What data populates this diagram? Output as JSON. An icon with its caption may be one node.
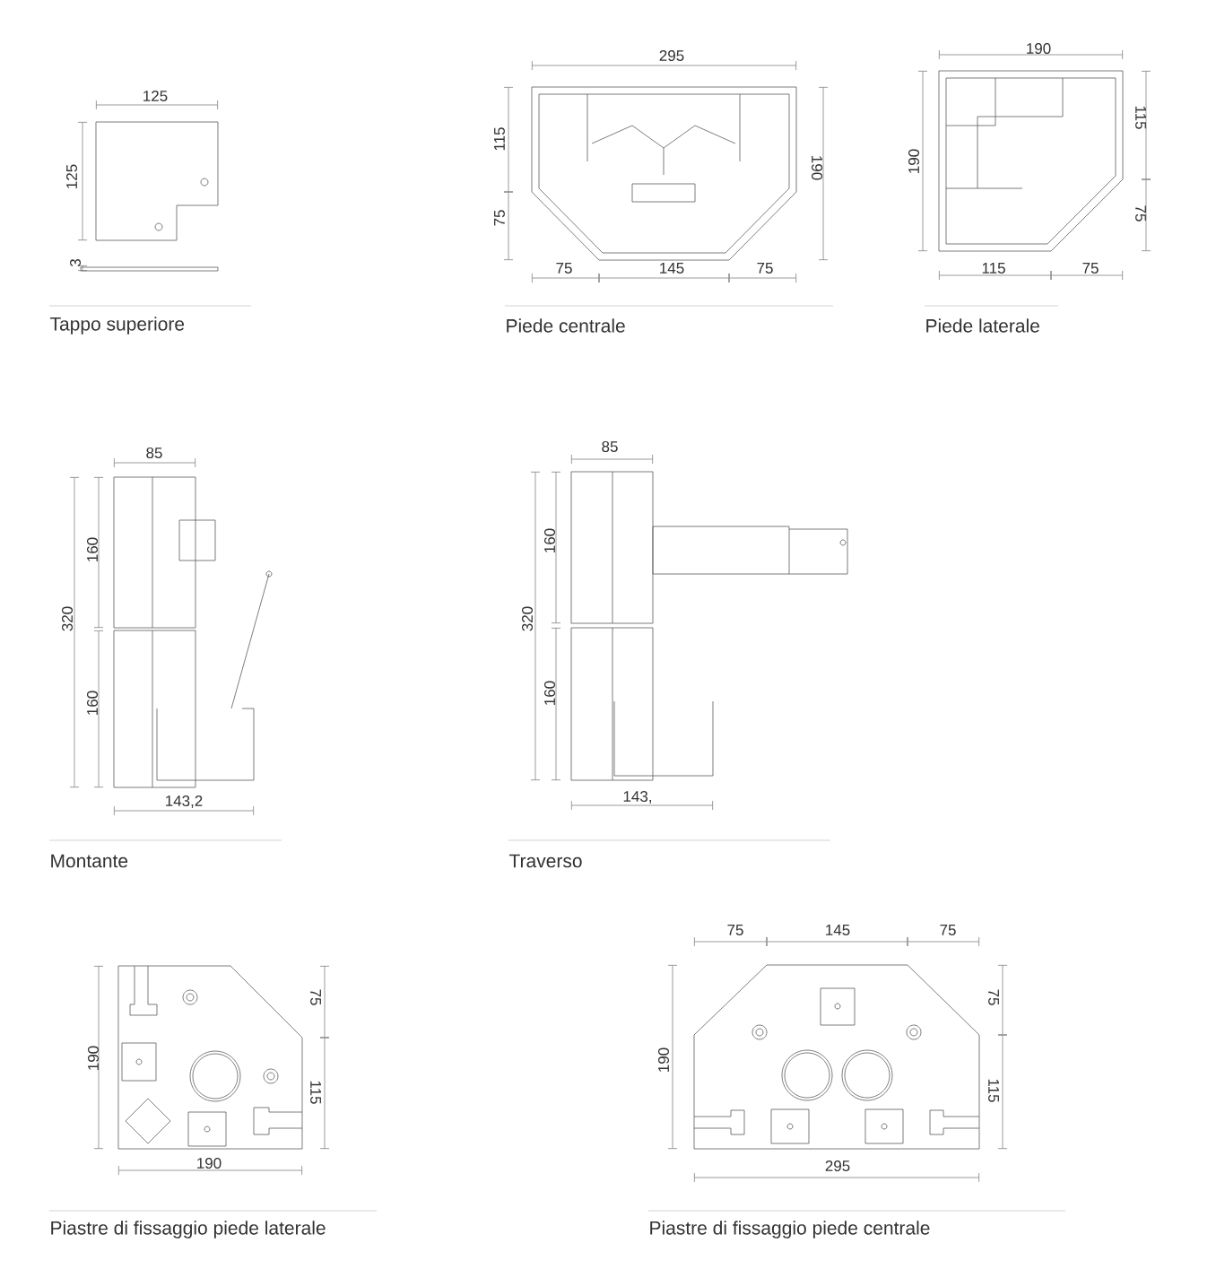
{
  "diagram": {
    "labels": [
      "125",
      "125",
      "3",
      "Tappo superiore",
      "295",
      "115",
      "75",
      "190",
      "75",
      "145",
      "75",
      "Piede centrale",
      "190",
      "190",
      "115",
      "75",
      "115",
      "75",
      "Piede laterale",
      "85",
      "320",
      "160",
      "160",
      "143,2",
      "Montante",
      "85",
      "320",
      "160",
      "160",
      "143,",
      "Traverso",
      "190",
      "75",
      "115",
      "190",
      "Piastre di fissaggio piede laterale",
      "75",
      "145",
      "75",
      "190",
      "75",
      "115",
      "295",
      "Piastre di fissaggio piede centrale"
    ]
  }
}
